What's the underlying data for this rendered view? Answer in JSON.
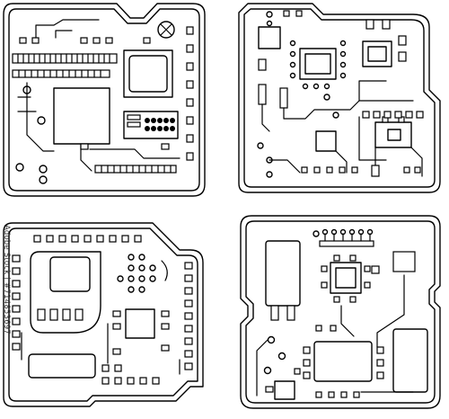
{
  "image": {
    "subject": "four-circuit-board-line-art",
    "palette": {
      "line": "#000000",
      "background": "#ffffff"
    },
    "watermark_text": "Adobe Stock | #714853697"
  },
  "boards": [
    {
      "name": "board-top-left",
      "outline": "notched-top-edge"
    },
    {
      "name": "board-top-right",
      "outline": "cut-corner-top-left-stepped-right"
    },
    {
      "name": "board-bottom-left",
      "outline": "notched-top-right-corner"
    },
    {
      "name": "board-bottom-right",
      "outline": "notched-left-and-right-edges"
    }
  ]
}
